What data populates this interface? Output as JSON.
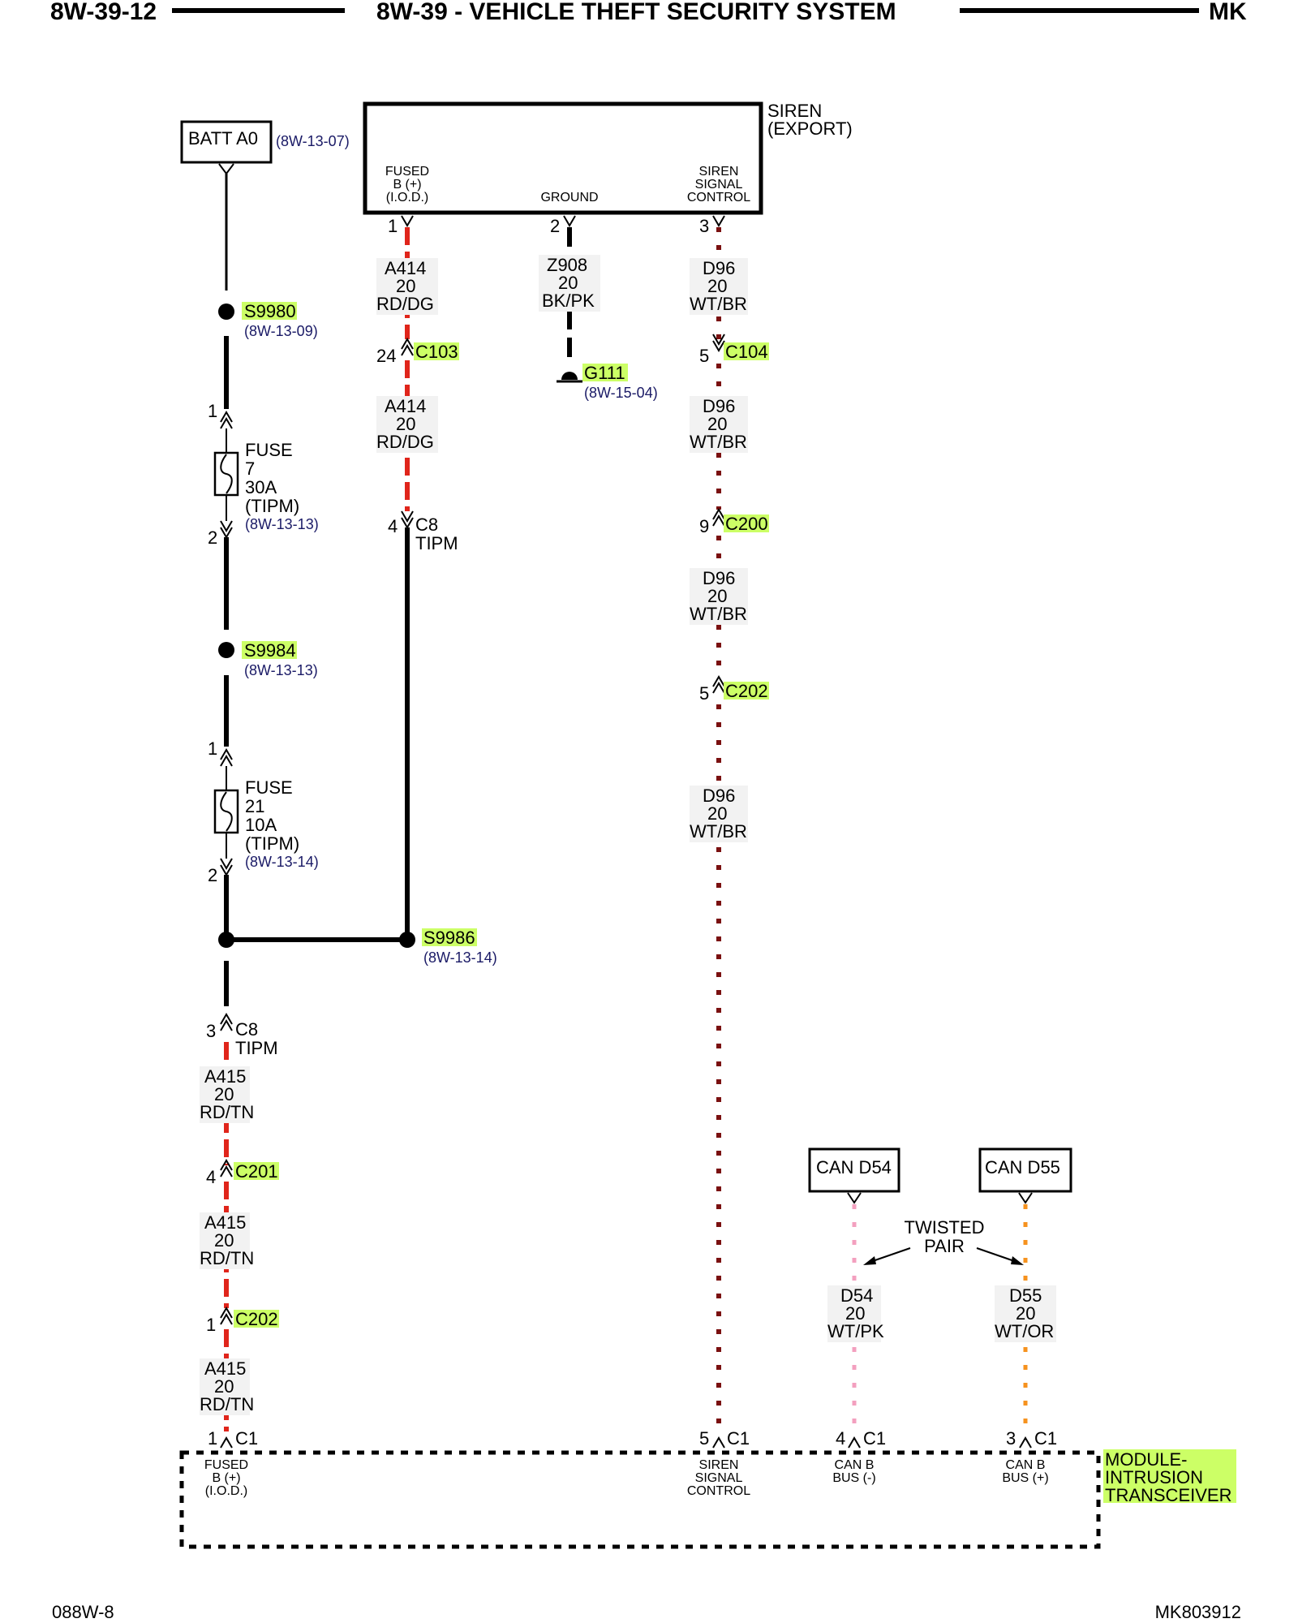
{
  "header": {
    "page_left": "8W-39-12",
    "title": "8W-39 - VEHICLE THEFT SECURITY SYSTEM",
    "page_right": "MK"
  },
  "footer": {
    "left": "088W-8",
    "right": "MK803912"
  },
  "batt": {
    "label": "BATT A0",
    "ref": "(8W-13-07)"
  },
  "siren": {
    "title_1": "SIREN",
    "title_2": "(EXPORT)",
    "pin1_l1": "FUSED",
    "pin1_l2": "B (+)",
    "pin1_l3": "(I.O.D.)",
    "pin2_l1": "GROUND",
    "pin3_l1": "SIREN",
    "pin3_l2": "SIGNAL",
    "pin3_l3": "CONTROL",
    "pin1": "1",
    "pin2": "2",
    "pin3": "3"
  },
  "left_branch": {
    "s9980": "S9980",
    "s9980_ref": "(8W-13-09)",
    "fuse7_pin_top": "1",
    "fuse7_pin_bot": "2",
    "fuse7_l1": "FUSE",
    "fuse7_l2": "7",
    "fuse7_l3": "30A",
    "fuse7_l4": "(TIPM)",
    "fuse7_ref": "(8W-13-13)",
    "s9984": "S9984",
    "s9984_ref": "(8W-13-13)",
    "fuse21_pin_top": "1",
    "fuse21_pin_bot": "2",
    "fuse21_l1": "FUSE",
    "fuse21_l2": "21",
    "fuse21_l3": "10A",
    "fuse21_l4": "(TIPM)",
    "fuse21_ref": "(8W-13-14)",
    "c8_pin": "3",
    "c8": "C8",
    "c8_sub": "TIPM",
    "w1_l1": "A415",
    "w1_l2": "20",
    "w1_l3": "RD/TN",
    "c201_pin": "4",
    "c201": "C201",
    "w2_l1": "A415",
    "w2_l2": "20",
    "w2_l3": "RD/TN",
    "c202_pin": "1",
    "c202": "C202",
    "w3_l1": "A415",
    "w3_l2": "20",
    "w3_l3": "RD/TN"
  },
  "a414": {
    "w1_l1": "A414",
    "w1_l2": "20",
    "w1_l3": "RD/DG",
    "c103_pin": "24",
    "c103": "C103",
    "w2_l1": "A414",
    "w2_l2": "20",
    "w2_l3": "RD/DG",
    "c8_pin": "4",
    "c8": "C8",
    "c8_sub": "TIPM",
    "s9986": "S9986",
    "s9986_ref": "(8W-13-14)"
  },
  "ground": {
    "w_l1": "Z908",
    "w_l2": "20",
    "w_l3": "BK/PK",
    "g111": "G111",
    "g111_ref": "(8W-15-04)"
  },
  "d96": {
    "w1_l1": "D96",
    "w1_l2": "20",
    "w1_l3": "WT/BR",
    "c104_pin": "5",
    "c104": "C104",
    "w2_l1": "D96",
    "w2_l2": "20",
    "w2_l3": "WT/BR",
    "c200_pin": "9",
    "c200": "C200",
    "w3_l1": "D96",
    "w3_l2": "20",
    "w3_l3": "WT/BR",
    "c202_pin": "5",
    "c202": "C202",
    "w4_l1": "D96",
    "w4_l2": "20",
    "w4_l3": "WT/BR"
  },
  "can": {
    "d54_box": "CAN D54",
    "d55_box": "CAN D55",
    "twisted_1": "TWISTED",
    "twisted_2": "PAIR",
    "d54_l1": "D54",
    "d54_l2": "20",
    "d54_l3": "WT/PK",
    "d55_l1": "D55",
    "d55_l2": "20",
    "d55_l3": "WT/OR"
  },
  "module": {
    "title_1": "MODULE-",
    "title_2": "INTRUSION",
    "title_3": "TRANSCEIVER",
    "p1_pin": "1",
    "p1_conn": "C1",
    "p1_l1": "FUSED",
    "p1_l2": "B (+)",
    "p1_l3": "(I.O.D.)",
    "p5_pin": "5",
    "p5_conn": "C1",
    "p5_l1": "SIREN",
    "p5_l2": "SIGNAL",
    "p5_l3": "CONTROL",
    "p4_pin": "4",
    "p4_conn": "C1",
    "p4_l1": "CAN B",
    "p4_l2": "BUS (-)",
    "p3_pin": "3",
    "p3_conn": "C1",
    "p3_l1": "CAN B",
    "p3_l2": "BUS (+)"
  },
  "colors": {
    "black": "#000000",
    "red": "#e0251b",
    "dark_red": "#7a1010",
    "pink": "#f3a0bf",
    "orange": "#f6921e",
    "highlight": "#ccff66",
    "reference": "#1a1a66"
  }
}
